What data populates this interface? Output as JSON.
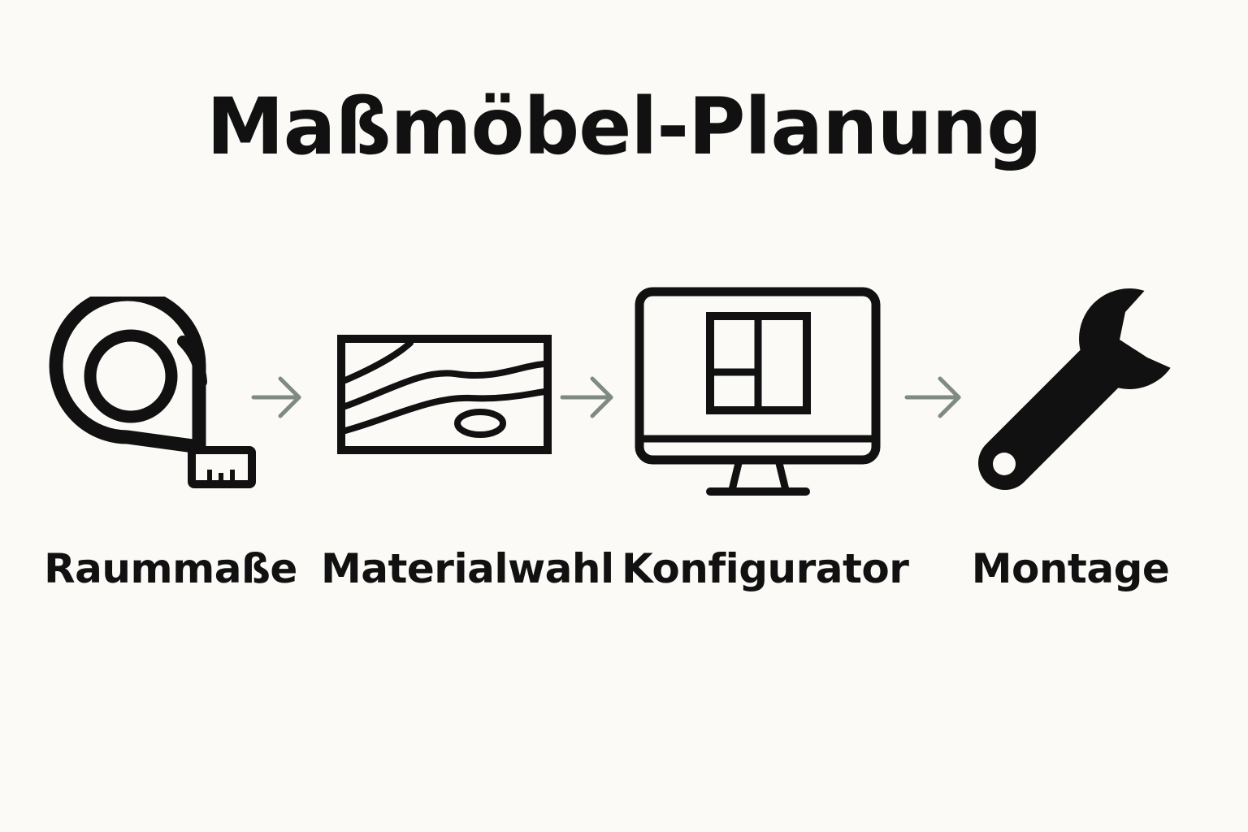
{
  "title": "Maßmöbel-Planung",
  "colors": {
    "background": "#fbfaf7",
    "icon": "#111111",
    "arrow": "#7f8a83"
  },
  "steps": [
    {
      "label": "Raummaße",
      "icon": "tape-measure-icon"
    },
    {
      "label": "Materialwahl",
      "icon": "wood-grain-icon"
    },
    {
      "label": "Konfigurator",
      "icon": "computer-monitor-icon"
    },
    {
      "label": "Montage",
      "icon": "wrench-icon"
    }
  ],
  "connectors": [
    "arrow-right-icon",
    "arrow-right-icon",
    "arrow-right-icon"
  ]
}
